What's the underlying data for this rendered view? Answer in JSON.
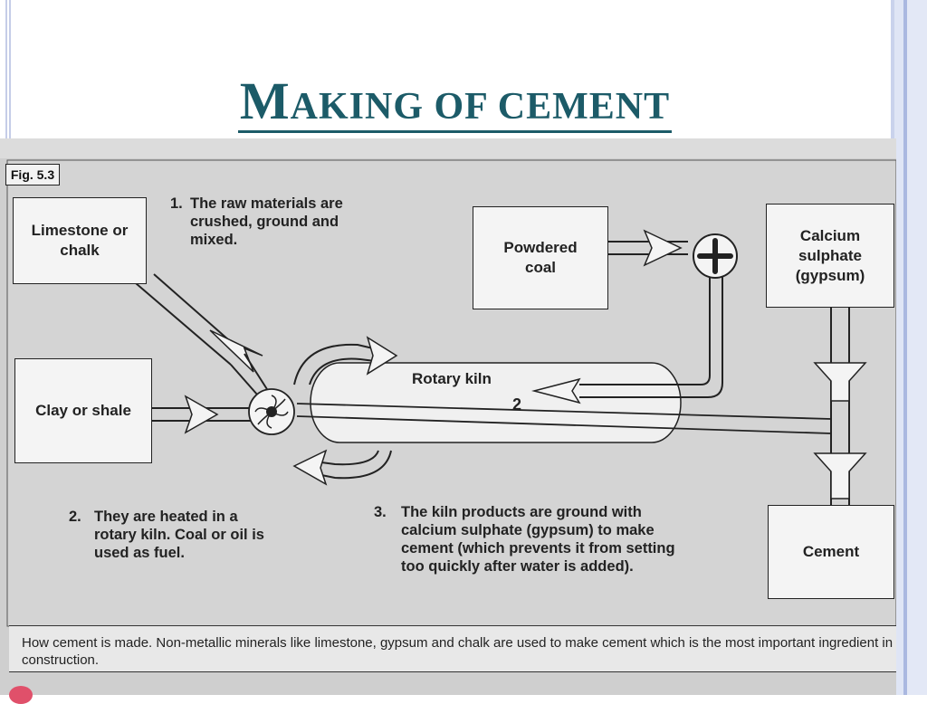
{
  "slide": {
    "title_first": "M",
    "title_rest": "AKING OF CEMENT"
  },
  "figure": {
    "fig_label": "Fig. 5.3",
    "boxes": {
      "limestone": "Limestone or chalk",
      "clay": "Clay or shale",
      "coal": "Powdered coal",
      "gypsum": "Calcium sulphate (gypsum)",
      "cement": "Cement"
    },
    "kiln_label": "Rotary kiln",
    "kiln_number": "2",
    "notes": {
      "n1_num": "1.",
      "n1": "The raw materials are crushed, ground and mixed.",
      "n2_num": "2.",
      "n2": "They are heated in a rotary kiln. Coal or oil is used as fuel.",
      "n3_num": "3.",
      "n3": "The kiln products are ground with calcium sulphate (gypsum) to make cement (which prevents it from setting too quickly after water is added)."
    },
    "caption": "How cement is made. Non-metallic minerals like limestone, gypsum and chalk are used to make cement which is the most important ingredient in construction."
  }
}
